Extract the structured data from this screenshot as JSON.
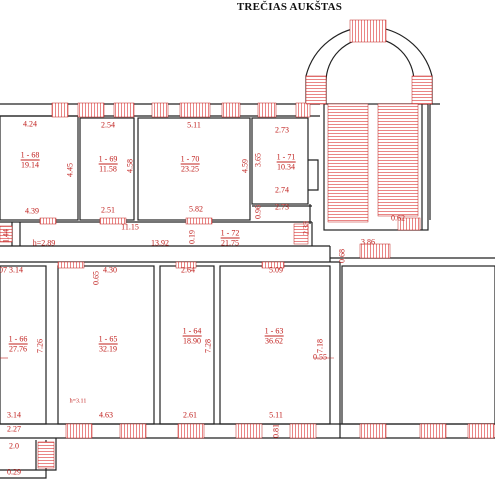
{
  "title": "TREČIAS AUKŠTAS",
  "rooms": [
    {
      "num": "1 - 68",
      "area": "19.14"
    },
    {
      "num": "1 - 69",
      "area": "11.58"
    },
    {
      "num": "1 - 70",
      "area": "23.25"
    },
    {
      "num": "1 - 71",
      "area": "10.34"
    },
    {
      "num": "1 - 72",
      "area": "21.75"
    },
    {
      "num": "1 - 66",
      "area": "27.76"
    },
    {
      "num": "1 - 65",
      "area": "32.19"
    },
    {
      "num": "1 - 64",
      "area": "18.90"
    },
    {
      "num": "1 - 63",
      "area": "36.62"
    }
  ],
  "dimensions": {
    "d424": "4.24",
    "d254": "2.54",
    "d511a": "5.11",
    "d273a": "2.73",
    "d445": "4.45",
    "d458": "4.58",
    "d459": "4.59",
    "d365": "3.65",
    "d274": "2.74",
    "d439": "4.39",
    "d251": "2.51",
    "d582": "5.82",
    "d096": "0.96",
    "d273b": "2.73",
    "d062": "0.62",
    "d1115": "11.15",
    "d019": "0.19",
    "d233": "2.33",
    "d144": "1.44",
    "dh289": "h=2.89",
    "d1392": "13.92",
    "d386": "3.86",
    "d068": "0.68",
    "d065": "0.65",
    "d430": "4.30",
    "d264": "2.64",
    "d509": "5.09",
    "d726": "7.26",
    "d728": "7.28",
    "d718": "7.18",
    "d055": "0.55",
    "dh311": "h=3.11",
    "d314": "3.14",
    "d463": "4.63",
    "d261": "2.61",
    "d511b": "5.11",
    "d227": "2.27",
    "d081": "0.81",
    "d029": "0.29",
    "d07": "07",
    "d20": "2.0"
  }
}
